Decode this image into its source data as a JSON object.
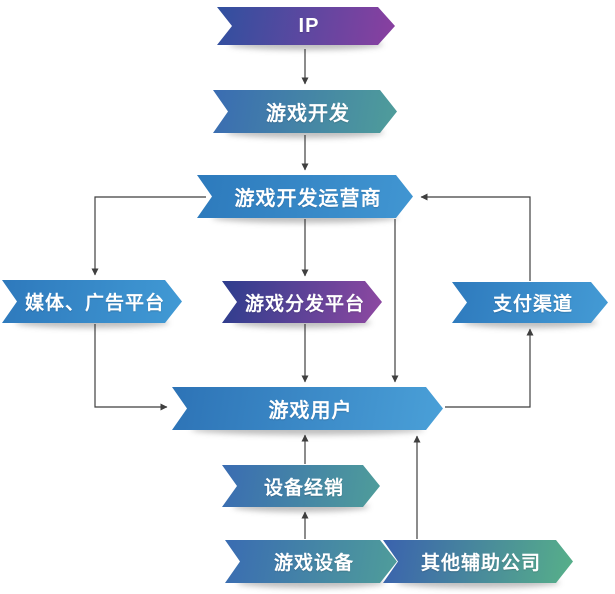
{
  "diagram": {
    "background": "#ffffff",
    "connector_color": "#3f3f3f",
    "nodes": [
      {
        "id": "ip",
        "label": "IP",
        "colors": [
          "#30509f",
          "#8a3fa0"
        ]
      },
      {
        "id": "game-development",
        "label": "游戏开发",
        "colors": [
          "#3a6cb2",
          "#4f9d9a"
        ]
      },
      {
        "id": "game-dev-operator",
        "label": "游戏开发运营商",
        "colors": [
          "#2d7abc",
          "#4196d2"
        ]
      },
      {
        "id": "media-ad-platform",
        "label": "媒体、广告平台",
        "colors": [
          "#2e79bc",
          "#419ad5"
        ]
      },
      {
        "id": "game-distribution-platform",
        "label": "游戏分发平台",
        "colors": [
          "#2d3d8d",
          "#8e48a1"
        ]
      },
      {
        "id": "payment-channel",
        "label": "支付渠道",
        "colors": [
          "#2e7abd",
          "#449bd5"
        ]
      },
      {
        "id": "game-users",
        "label": "游戏用户",
        "colors": [
          "#2d73b6",
          "#4aa0d8"
        ]
      },
      {
        "id": "device-distribution",
        "label": "设备经销",
        "colors": [
          "#3a6cb2",
          "#4f9d9a"
        ]
      },
      {
        "id": "game-devices",
        "label": "游戏设备",
        "colors": [
          "#3a6cb2",
          "#4f9d9a"
        ]
      },
      {
        "id": "other-support-companies",
        "label": "其他辅助公司",
        "colors": [
          "#3a62ae",
          "#57b089"
        ]
      }
    ],
    "edges": [
      {
        "from": "ip",
        "to": "game-development"
      },
      {
        "from": "game-development",
        "to": "game-dev-operator"
      },
      {
        "from": "game-dev-operator",
        "to": "media-ad-platform"
      },
      {
        "from": "game-dev-operator",
        "to": "game-distribution-platform"
      },
      {
        "from": "game-dev-operator",
        "to": "game-users"
      },
      {
        "from": "game-distribution-platform",
        "to": "game-users"
      },
      {
        "from": "media-ad-platform",
        "to": "game-users"
      },
      {
        "from": "game-users",
        "to": "payment-channel"
      },
      {
        "from": "payment-channel",
        "to": "game-dev-operator"
      },
      {
        "from": "device-distribution",
        "to": "game-users"
      },
      {
        "from": "game-devices",
        "to": "device-distribution"
      },
      {
        "from": "other-support-companies",
        "to": "game-users"
      }
    ]
  }
}
